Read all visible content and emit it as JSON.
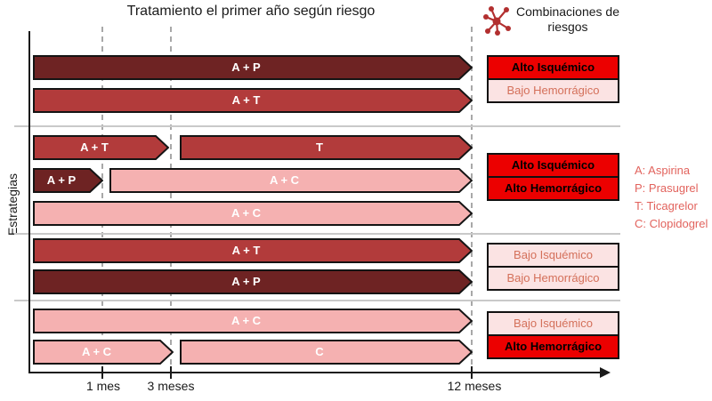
{
  "title": "Tratamiento el primer año según riesgo",
  "y_axis_label": "Estrategias",
  "risk_header": "Combinaciones de riesgos",
  "axis": {
    "ticks": [
      {
        "label": "1 mes",
        "month": 1
      },
      {
        "label": "3 meses",
        "month": 3
      },
      {
        "label": "12 meses",
        "month": 12
      }
    ]
  },
  "legend": {
    "items": [
      "A: Aspirina",
      "P: Prasugrel",
      "T: Ticagrelor",
      "C: Clopidogrel"
    ]
  },
  "colors": {
    "bar_dark": "#6E2323",
    "bar_red": "#B23B3B",
    "bar_pink": "#F5B1B1",
    "risk_high": "#EC0000",
    "risk_low_bg": "#FBE3E3",
    "risk_low_text": "#D4705A",
    "legend_text": "#E2635D",
    "icon": "#B22F2F",
    "gridline": "#A8A8A8",
    "separator": "#C9C9C9"
  },
  "chart_data": {
    "type": "gantt",
    "title": "Tratamiento el primer año según riesgo",
    "ylabel": "Estrategias",
    "x_unit": "meses",
    "xlim": [
      0,
      12
    ],
    "tick_months": [
      1,
      3,
      12
    ],
    "grid": "dashed-vertical",
    "groups": [
      {
        "risks": [
          "Alto Isquémico",
          "Bajo Hemorrágico"
        ],
        "risk_levels": [
          "high",
          "low"
        ],
        "rows": [
          {
            "segments": [
              {
                "label": "A + P",
                "drug": "Aspirina + Prasugrel",
                "start": 0,
                "end": 12,
                "color": "#6E2323"
              }
            ]
          },
          {
            "segments": [
              {
                "label": "A + T",
                "drug": "Aspirina + Ticagrelor",
                "start": 0,
                "end": 12,
                "color": "#B23B3B"
              }
            ]
          }
        ]
      },
      {
        "risks": [
          "Alto Isquémico",
          "Alto Hemorrágico"
        ],
        "risk_levels": [
          "high",
          "high"
        ],
        "rows": [
          {
            "segments": [
              {
                "label": "A + T",
                "start": 0,
                "end": 3,
                "color": "#B23B3B"
              },
              {
                "label": "T",
                "drug": "Ticagrelor",
                "start": 3,
                "end": 12,
                "color": "#B23B3B"
              }
            ]
          },
          {
            "segments": [
              {
                "label": "A + P",
                "start": 0,
                "end": 1,
                "color": "#6E2323"
              },
              {
                "label": "A + C",
                "drug": "Aspirina + Clopidogrel",
                "start": 1,
                "end": 12,
                "color": "#F5B1B1"
              }
            ]
          },
          {
            "segments": [
              {
                "label": "A + C",
                "start": 0,
                "end": 12,
                "color": "#F5B1B1"
              }
            ]
          }
        ]
      },
      {
        "risks": [
          "Bajo Isquémico",
          "Bajo Hemorrágico"
        ],
        "risk_levels": [
          "low",
          "low"
        ],
        "rows": [
          {
            "segments": [
              {
                "label": "A + T",
                "start": 0,
                "end": 12,
                "color": "#B23B3B"
              }
            ]
          },
          {
            "segments": [
              {
                "label": "A + P",
                "start": 0,
                "end": 12,
                "color": "#6E2323"
              }
            ]
          }
        ]
      },
      {
        "risks": [
          "Bajo Isquémico",
          "Alto Hemorrágico"
        ],
        "risk_levels": [
          "low",
          "high"
        ],
        "rows": [
          {
            "segments": [
              {
                "label": "A + C",
                "start": 0,
                "end": 12,
                "color": "#F5B1B1"
              }
            ]
          },
          {
            "segments": [
              {
                "label": "A + C",
                "start": 0,
                "end": 3,
                "color": "#F5B1B1"
              },
              {
                "label": "C",
                "drug": "Clopidogrel",
                "start": 3,
                "end": 12,
                "color": "#F5B1B1"
              }
            ]
          }
        ]
      }
    ]
  }
}
